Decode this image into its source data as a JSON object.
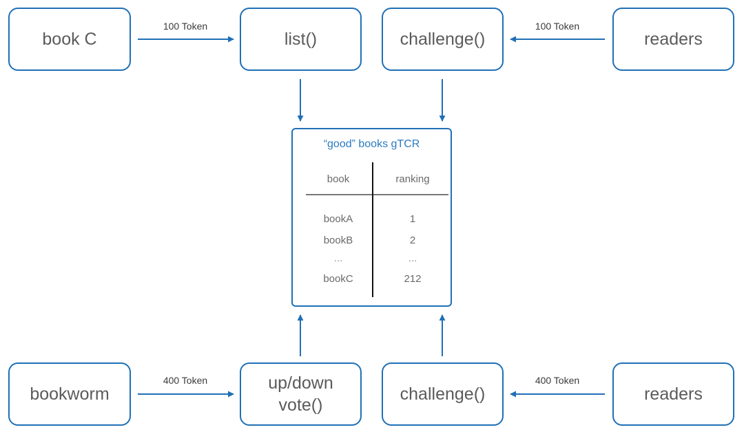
{
  "nodes": {
    "book_c": "book C",
    "list": "list()",
    "challenge_top": "challenge()",
    "readers_top": "readers",
    "bookworm": "bookworm",
    "vote": "up/down\nvote()",
    "challenge_bottom": "challenge()",
    "readers_bottom": "readers"
  },
  "edges": {
    "book_c_to_list": "100 Token",
    "readers_to_challenge_top": "100 Token",
    "bookworm_to_vote": "400 Token",
    "readers_to_challenge_bottom": "400 Token"
  },
  "registry": {
    "title": "“good” books gTCR",
    "columns": [
      "book",
      "ranking"
    ],
    "rows": [
      {
        "book": "bookA",
        "ranking": "1"
      },
      {
        "book": "bookB",
        "ranking": "2"
      },
      {
        "book": "…",
        "ranking": "…"
      },
      {
        "book": "bookC",
        "ranking": "212"
      }
    ]
  },
  "colors": {
    "accent": "#1f6fb5",
    "title": "#2b7bbf",
    "text": "#5b5b5b"
  }
}
